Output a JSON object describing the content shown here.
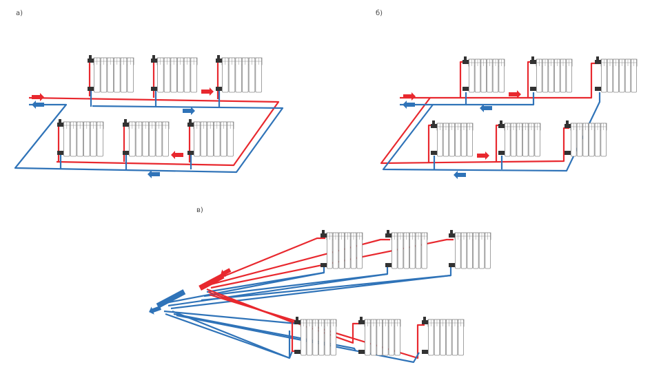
{
  "labels": {
    "a": "а)",
    "b": "б)",
    "c": "в)"
  },
  "colors": {
    "supply": "#e8282e",
    "return": "#2f73b8",
    "radiator_stroke": "#8a8a8a",
    "radiator_fill": "#ffffff",
    "valve": "#333333"
  },
  "panels": [
    {
      "id": "a",
      "scheme": "two-pipe-dead-end-loop",
      "radiators": 6
    },
    {
      "id": "b",
      "scheme": "two-pipe-reverse-return",
      "radiators": 6
    },
    {
      "id": "c",
      "scheme": "manifold-radial",
      "radiators": 6
    }
  ],
  "icons": [
    "supply-arrow-icon",
    "return-arrow-icon",
    "radiator-icon",
    "valve-icon",
    "manifold-icon"
  ]
}
